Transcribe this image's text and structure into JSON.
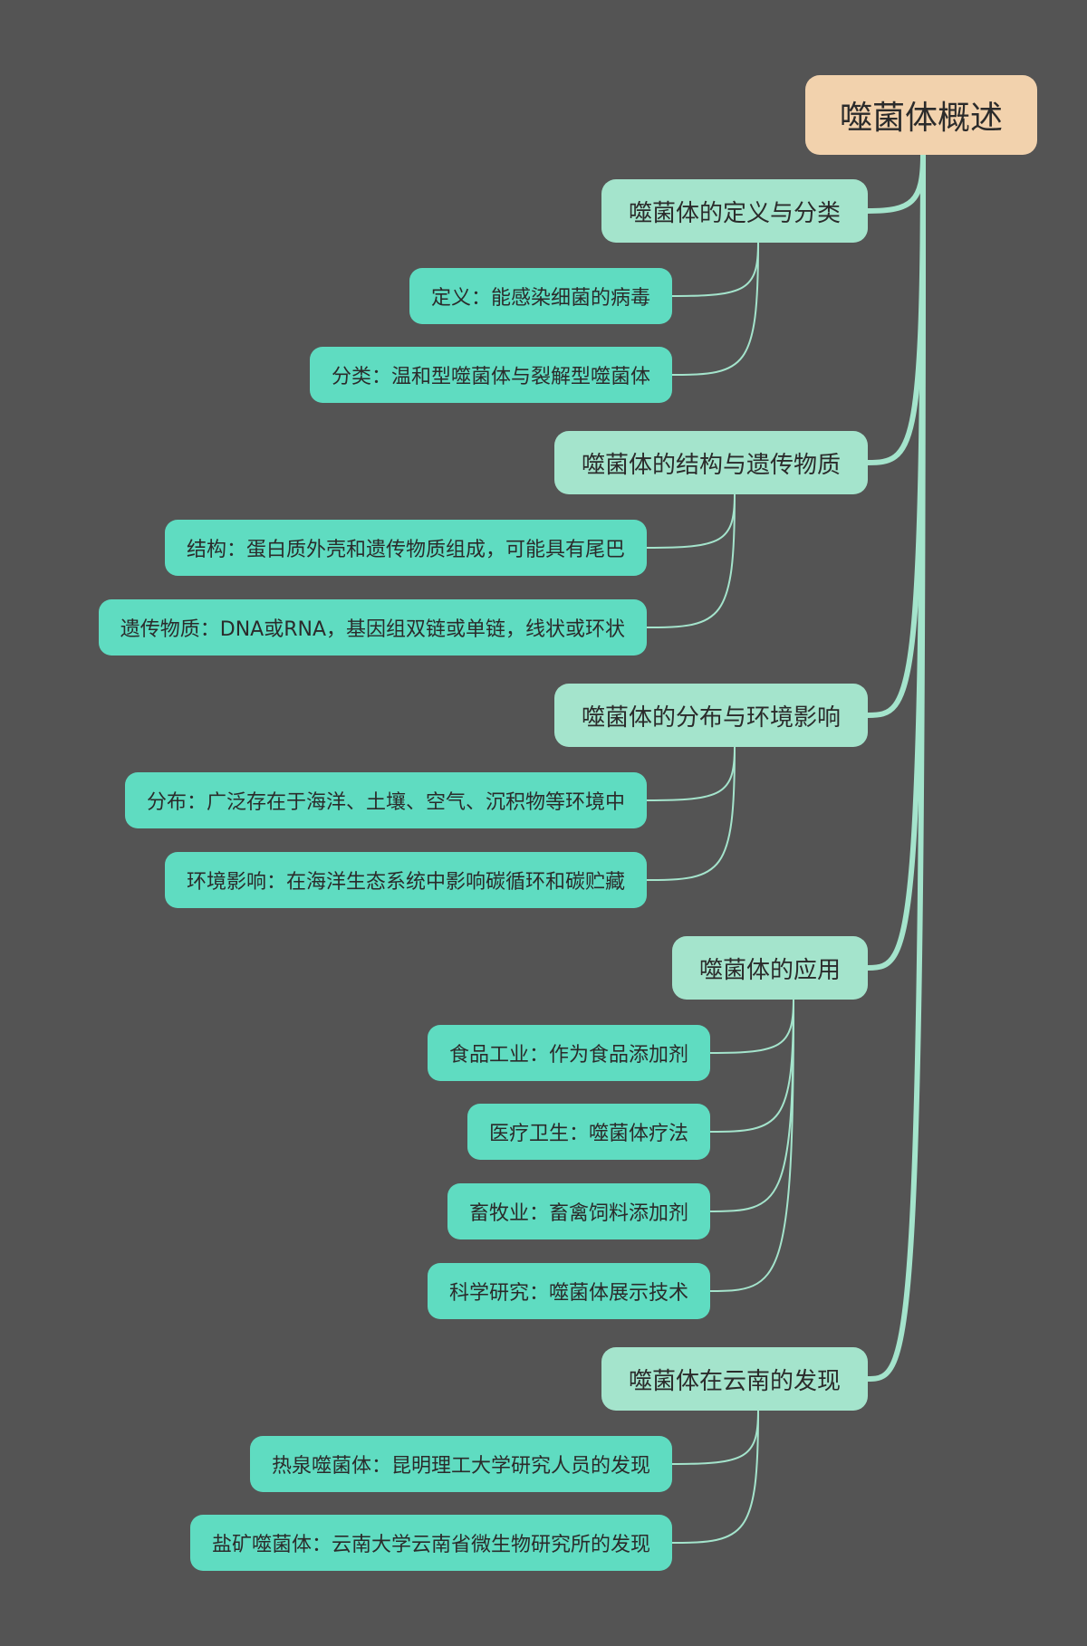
{
  "root": {
    "label": "噬菌体概述"
  },
  "categories": [
    {
      "label": "噬菌体的定义与分类",
      "children": [
        {
          "label": "定义：能感染细菌的病毒"
        },
        {
          "label": "分类：温和型噬菌体与裂解型噬菌体"
        }
      ]
    },
    {
      "label": "噬菌体的结构与遗传物质",
      "children": [
        {
          "label": "结构：蛋白质外壳和遗传物质组成，可能具有尾巴"
        },
        {
          "label": "遗传物质：DNA或RNA，基因组双链或单链，线状或环状"
        }
      ]
    },
    {
      "label": "噬菌体的分布与环境影响",
      "children": [
        {
          "label": "分布：广泛存在于海洋、土壤、空气、沉积物等环境中"
        },
        {
          "label": "环境影响：在海洋生态系统中影响碳循环和碳贮藏"
        }
      ]
    },
    {
      "label": "噬菌体的应用",
      "children": [
        {
          "label": "食品工业：作为食品添加剂"
        },
        {
          "label": "医疗卫生：噬菌体疗法"
        },
        {
          "label": "畜牧业：畜禽饲料添加剂"
        },
        {
          "label": "科学研究：噬菌体展示技术"
        }
      ]
    },
    {
      "label": "噬菌体在云南的发现",
      "children": [
        {
          "label": "热泉噬菌体：昆明理工大学研究人员的发现"
        },
        {
          "label": "盐矿噬菌体：云南大学云南省微生物研究所的发现"
        }
      ]
    }
  ],
  "colors": {
    "background": "#545454",
    "root": "#f2d2ad",
    "category": "#a4e4cc",
    "leaf": "#5fdcc1",
    "connector": "#a4e4cc"
  }
}
